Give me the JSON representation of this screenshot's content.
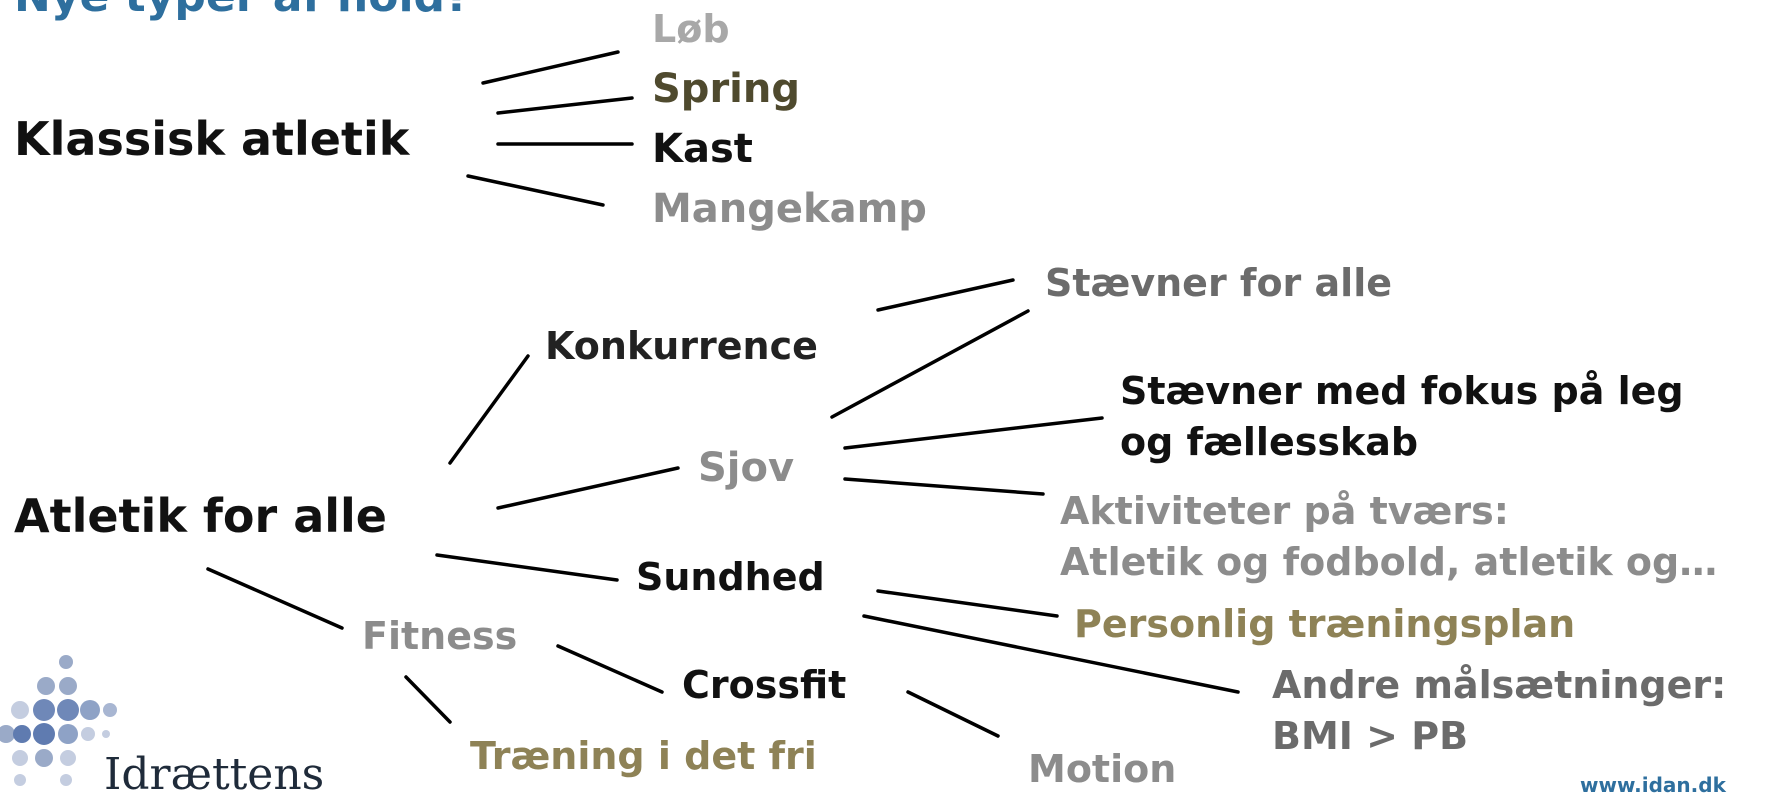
{
  "title": "Nye typer af hold?",
  "colors": {
    "title": "#2e6f9e",
    "black": "#111111",
    "gray": "#8c8c8c",
    "dark_gray": "#6b6b6b",
    "olive": "#8e8256",
    "dark_olive": "#4f4a2e",
    "light_gray": "#a8a8a8",
    "line": "#000000"
  },
  "nodes": {
    "klassisk": "Klassisk atletik",
    "lob": "Løb",
    "spring": "Spring",
    "kast": "Kast",
    "mangekamp": "Mangekamp",
    "atletik_for_alle": "Atletik for alle",
    "konkurrence": "Konkurrence",
    "sjov": "Sjov",
    "sundhed": "Sundhed",
    "fitness": "Fitness",
    "crossfit": "Crossfit",
    "traening_fri": "Træning i det fri",
    "motion": "Motion",
    "staevner_alle": "Stævner for alle",
    "staevner_leg_1": "Stævner med fokus på leg",
    "staevner_leg_2": "og fællesskab",
    "aktiviteter_1": "Aktiviteter på tværs:",
    "aktiviteter_2": "Atletik og fodbold, atletik og…",
    "personlig": "Personlig træningsplan",
    "andre_1": "Andre målsætninger:",
    "andre_2": "BMI > PB"
  },
  "logo": {
    "text": "Idrættens",
    "icon": "dot-grid-logo-icon"
  },
  "footer_url": "www.idan.dk"
}
